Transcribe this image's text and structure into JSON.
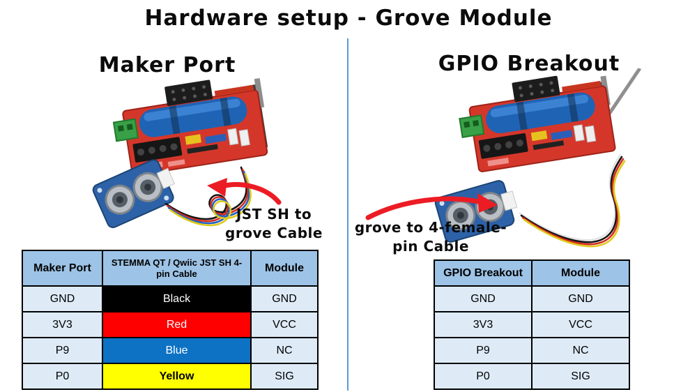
{
  "title": "Hardware setup - Grove Module",
  "colors": {
    "divider": "#5B9BD5",
    "arrow": "#EC1C24",
    "table_header_bg": "#9DC3E6",
    "table_cell_bg": "#DEEBF7"
  },
  "left": {
    "heading": "Maker Port",
    "annotation": {
      "line1": "JST SH to",
      "line2": "grove Cable"
    },
    "table": {
      "headers": [
        "Maker Port",
        "STEMMA QT / Qwiic JST SH 4-pin Cable",
        "Module"
      ],
      "rows": [
        {
          "port": "GND",
          "wire": "Black",
          "wire_bg": "#000000",
          "wire_fg": "#FFFFFF",
          "module": "GND"
        },
        {
          "port": "3V3",
          "wire": "Red",
          "wire_bg": "#FF0000",
          "wire_fg": "#FFFFFF",
          "module": "VCC"
        },
        {
          "port": "P9",
          "wire": "Blue",
          "wire_bg": "#0D72C4",
          "wire_fg": "#FFFFFF",
          "module": "NC"
        },
        {
          "port": "P0",
          "wire": "Yellow",
          "wire_bg": "#FFFF00",
          "wire_fg": "#000000",
          "module": "SIG"
        }
      ]
    }
  },
  "right": {
    "heading": "GPIO Breakout",
    "annotation": {
      "line1": "grove to 4-female-",
      "line2": "pin Cable"
    },
    "table": {
      "headers": [
        "GPIO Breakout",
        "Module"
      ],
      "rows": [
        {
          "port": "GND",
          "module": "GND"
        },
        {
          "port": "3V3",
          "module": "VCC"
        },
        {
          "port": "P9",
          "module": "NC"
        },
        {
          "port": "P0",
          "module": "SIG"
        }
      ]
    }
  }
}
